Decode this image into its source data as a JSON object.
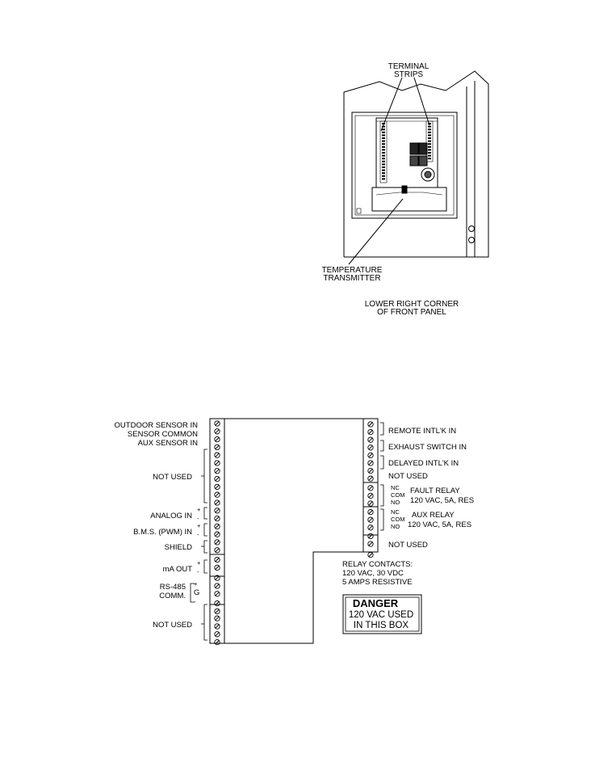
{
  "panel_diagram": {
    "label_terminal_strips_1": "TERMINAL",
    "label_terminal_strips_2": "STRIPS",
    "label_temp_transmitter_1": "TEMPERATURE",
    "label_temp_transmitter_2": "TRANSMITTER",
    "caption_1": "LOWER RIGHT CORNER",
    "caption_2": "OF FRONT PANEL"
  },
  "wiring": {
    "left_labels": {
      "outdoor_sensor_in": "OUTDOOR SENSOR IN",
      "sensor_common": "SENSOR COMMON",
      "aux_sensor_in": "AUX SENSOR IN",
      "not_used_1": "NOT USED",
      "analog_in": "ANALOG IN",
      "bms_pwm_in": "B.M.S. (PWM) IN",
      "shield": "SHIELD",
      "ma_out": "mA OUT",
      "rs485_1": "RS-485",
      "rs485_2": "COMM.",
      "not_used_2": "NOT USED",
      "plus": "+",
      "minus": "-",
      "g": "G"
    },
    "right_labels": {
      "remote_intlk_in": "REMOTE INTL'K IN",
      "exhaust_switch_in": "EXHAUST SWITCH IN",
      "delayed_intlk_in": "DELAYED INTL'K IN",
      "not_used_1": "NOT USED",
      "nc": "NC",
      "com": "COM",
      "no": "NO",
      "fault_relay": "FAULT RELAY",
      "fault_relay_rating": "120 VAC, 5A, RES",
      "aux_relay": "AUX RELAY",
      "aux_relay_rating": "120 VAC, 5A, RES",
      "not_used_2": "NOT USED"
    },
    "relay_contacts": {
      "line1": "RELAY CONTACTS:",
      "line2": "120 VAC, 30 VDC",
      "line3": "5 AMPS RESISTIVE"
    },
    "danger": {
      "title": "DANGER",
      "line1": "120 VAC USED",
      "line2": "IN THIS BOX"
    },
    "left_terminal_count": 28,
    "right_terminal_count": 17
  }
}
